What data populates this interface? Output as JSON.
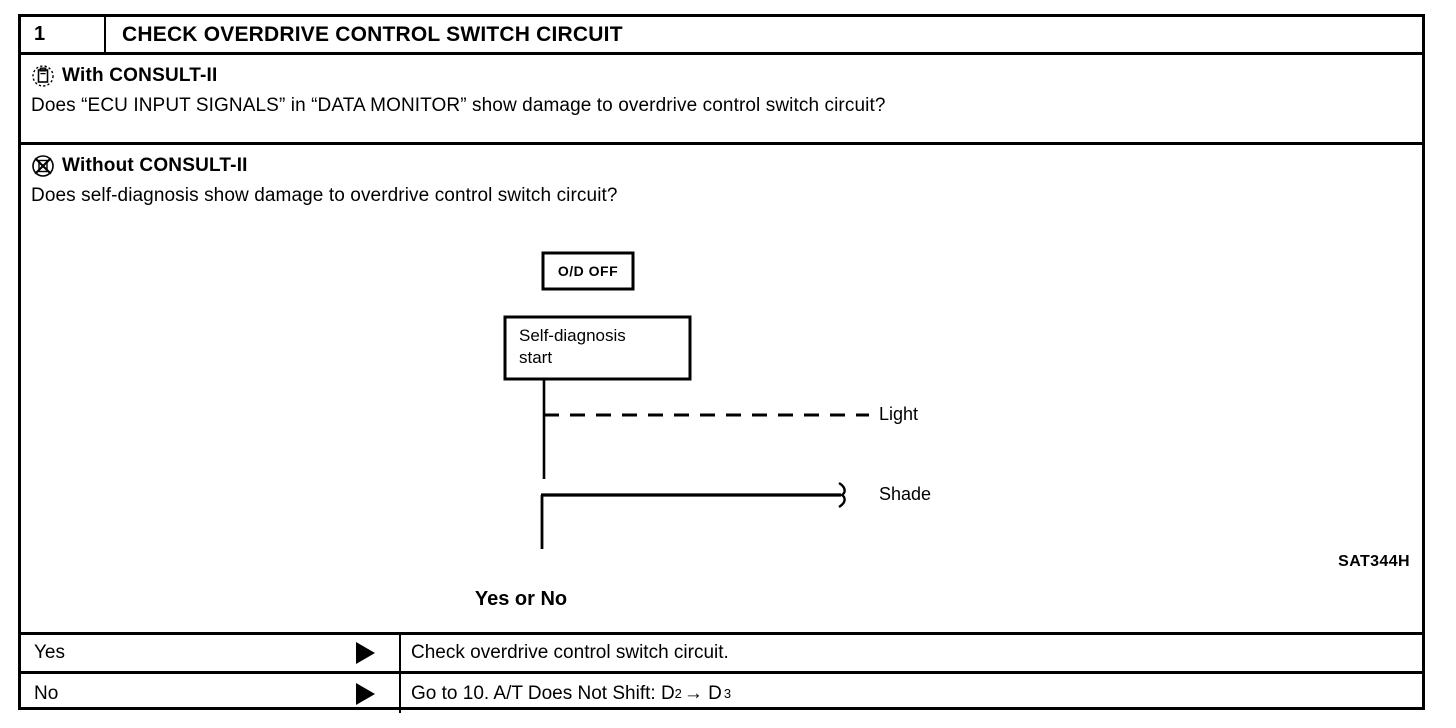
{
  "step": {
    "number": "1",
    "title": "CHECK OVERDRIVE CONTROL SWITCH CIRCUIT"
  },
  "with_consult": {
    "icon": "consult-tool-icon",
    "heading": "With CONSULT-II",
    "question": "Does “ECU INPUT SIGNALS” in “DATA MONITOR” show damage to overdrive control switch circuit?"
  },
  "without_consult": {
    "icon": "consult-tool-crossed-out-icon",
    "heading": "Without CONSULT-II",
    "question": "Does self-diagnosis show damage to overdrive control switch circuit?"
  },
  "figure": {
    "od_off_box": "O/D OFF",
    "self_diagnosis_box_line1": "Self-diagnosis",
    "self_diagnosis_box_line2": "start",
    "light_label": "Light",
    "shade_label": "Shade",
    "reference_code": "SAT344H"
  },
  "decision_prompt": "Yes or No",
  "answers": [
    {
      "label": "Yes",
      "arrow": "triangle-right-icon",
      "action_pre": "Check overdrive control switch circuit.",
      "action_sub1": "",
      "action_mid": "",
      "action_sub2": "",
      "action_post": ""
    },
    {
      "label": "No",
      "arrow": "triangle-right-icon",
      "action_pre": "Go to 10. A/T Does Not Shift: D",
      "action_sub1": "2",
      "action_mid": "→ D",
      "action_sub2": "3",
      "action_post": ""
    }
  ],
  "colors": {
    "ink": "#000000",
    "paper": "#ffffff"
  }
}
